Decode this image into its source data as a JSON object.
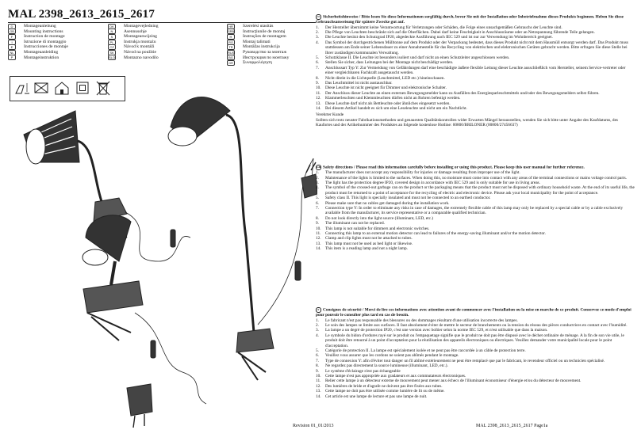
{
  "header": {
    "title": "MAL 2398_2613_2615_2617"
  },
  "languages": {
    "col1": [
      {
        "code": "D",
        "label": "Montageanleitung"
      },
      {
        "code": "GB",
        "label": "Mounting instructions"
      },
      {
        "code": "F",
        "label": "Instruction de montage"
      },
      {
        "code": "I",
        "label": "Istruzione di montaggio"
      },
      {
        "code": "E",
        "label": "Instrucciones de montaje"
      },
      {
        "code": "NL",
        "label": "Montageaanleiding"
      },
      {
        "code": "P",
        "label": "Montageinstruktion"
      }
    ],
    "col2": [
      {
        "code": "DK",
        "label": "Montagevejledning"
      },
      {
        "code": "N",
        "label": "Asennusohje"
      },
      {
        "code": "S",
        "label": "Montageanwijzing"
      },
      {
        "code": "PL",
        "label": "Instrukja montażu"
      },
      {
        "code": "CZ",
        "label": "Návod k montáži"
      },
      {
        "code": "SK",
        "label": "Návod na použitie"
      },
      {
        "code": "SLO",
        "label": "Montazno navodilo"
      }
    ],
    "col3": [
      {
        "code": "HR",
        "label": "Szerelési utasítás"
      },
      {
        "code": "SRB",
        "label": "Instrucţiunile de montaj"
      },
      {
        "code": "H",
        "label": "Instruções de montagem"
      },
      {
        "code": "RO",
        "label": "Montaj talimati"
      },
      {
        "code": "TR",
        "label": "Montāžas instrukcija"
      },
      {
        "code": "RUS",
        "label": "Руководство за монтаж"
      },
      {
        "code": "BG",
        "label": "Инструкция по монтажу"
      },
      {
        "code": "GR",
        "label": "Συναρμολόγηση"
      }
    ]
  },
  "revision": "Revision 01_01/2013",
  "footer": "MAL 2398_2613_2615_2617 Page1a",
  "sections": {
    "de": {
      "heading": "Sicherheitshinweise / Bitte lesen Sie diese Informationen sorgfältig durch, bevor Sie mit der Installation oder Inbetriebnahme dieses Produkts beginnen. Heben Sie diese Gebrauchsanweisung für spätere Zwecke gut auf.",
      "items": [
        "Der Hersteller übernimmt keine Verantwortung für Verletzungen oder Schäden, die Folge eines unsachgemäßen Gebrauchs der Leuchte sind.",
        "Die Pflege von Leuchten beschränkt sich auf die Oberflächen. Dabei darf keine Feuchtigkeit in Anschlussräume oder an Netzspannung führende Teile gelangen.",
        "Die Leuchte besitzt den Schutzgrad IP20, abgedeckte Ausführung nach IEC 529 und ist nur zur Verwendung im Wohnbereich geeignet.",
        "Das Symbol der durchgestrichenen Mülltonne auf dem Produkt oder der Verpackung bedeutet, dass dieses Produkt nicht mit dem Hausmüll entsorgt werden darf. Das Produkt muss stattdessen am Ende seiner Lebensdauer zu einer Annahmestelle für das Recycling von elektrischen und elektronischen Geräten gebracht werden. Bitte erfragen Sie diese Stelle bei Ihrer zuständigen kommunalen Verwaltung.",
        "Schutzklasse II. Die Leuchte ist besonders isoliert und darf nicht an einen Schutzleiter angeschlossen werden.",
        "Stellen Sie sicher, dass Leitungen bei der Montage nicht beschädigt werden.",
        "Anschlussart Typ Y: Zur Vermeidung von Gefährdungen darf eine beschädigte äußere flexible Leitung dieser Leuchte ausschließlich vom Hersteller, seinem Service-vertreter oder einer vergleichbaren Fachkraft ausgetauscht werden.",
        "Nicht direkt in die Lichtquelle (Leuchtmittel, LED etc.) hineinschauen.",
        "Das Leuchtmittel ist nicht austauschbar.",
        "Diese Leuchte ist nicht geeignet für Dimmer und elektronische Schalter.",
        "Der Anschluss dieser Leuchte an einen externen Bewegungsmelder kann zu Ausfällen des Energiesparleuchtmittels und/oder des Bewegungsmelders selbst führen.",
        "Klammerleuchten und Klemmleuchten dürfen nicht an Rohren befestigt werden.",
        "Diese Leuchte darf nicht als Bettleuchte oder ähnliches eingesetzt werden.",
        "Bei diesem Artikel handelt es sich um eine Leseleuchte und nicht um ein Nachtlicht."
      ],
      "note_title": "Verehrter Kunde",
      "note": "Sollten sich trotz neuster Fabrikationsmethoden und genauesten Qualitätskontrollen wider Erwarten Mängel herausstellen, wenden Sie sich bitte unter Angabe des Kaufdatums, des Kaufortes und der Artikelnummer des Produktes an folgende kostenlose Hotline: 00800/BRILONER (00800/27456637)"
    },
    "en": {
      "heading": "Safety directions / Please read this information carefully before installing or using this product. Please keep this user manual for further reference.",
      "items": [
        "The manufacturer does not accept any responsibility for injuries or damage resulting from improper use of the light.",
        "Maintenance of the lights is limited to the surfaces. When doing this, no moisture must come into contact with any areas of the terminal connections or mains voltage control parts.",
        "The light has the protection degree IP20, covered design in accordance with IEC 529 and is only suitable for use in living areas.",
        "The symbol of the crossed-out garbage can on the product or the packaging means that the product must not be disposed with ordinary household waste. At the end of its useful life, the product must be returned to a point of acceptance for the recycling of electric and electronic device. Please ask your local municipality for the point of acceptance.",
        "Safety class II. This light is specially insulated and must not be connected to an earthed conductor.",
        "Please make sure that no cables get damaged during the installation work.",
        "Connection type Y: In order to eliminate any risks in case of damages, the extremely flexible cable of this lamp may only be replaced by a special cable or by a cable exclusively available from the manufacturer, its service representative or a comparable qualified technician.",
        "Do not look directly into the light source (illuminant, LED, etc.)",
        "The illuminant can not be replaced.",
        "This lamp is not suitable for dimmers and electronic switches.",
        "Connecting this lamp to an external motion detector can lead to failures of the energy-saving illuminant and/or the motion detector.",
        "Clamp and clip lights must not be attached to tubes.",
        "This lamp must not be used as bed light or likewise.",
        "This item is a reading lamp and not a night lamp."
      ]
    },
    "fr": {
      "heading": "Consignes de sécurité / Merci de lire ces informations avec attention avant de commencer avec l'installation ou la mise en marche de ce produit. Conservez ce mode d'emploi pour pouvoir le consulter plus tard en cas de besoin.",
      "items": [
        "Le fabricant n'est pas responsable des blessures ou des dommages résultant d'une utilisation incorrecte des lampes.",
        "Le soin des lampes se limite aux surfaces. Il faut absolument éviter de mettre le secteur de branchements ou la tension du réseau des pièces conductrices en contact avec l'humidité.",
        "La lampe a un degré de protection IP20, c'est une version avec boîtier selon la norme IEC 529, et n'est utilisable que dans la maison.",
        "Le symbole du bidon d'ordures rayé sur le produit ou l'empaquetage signifie que le produit ne doit pas être disposé avec le déchet ordinaire de ménage. A la fin de son vie utile, le produit doit être retourné à un point d'acceptation pour la réutilisation des appareils électroniques ou électriques. Veuillez demander votre municipalité locale pour le point d'acceptation.",
        "Catégorie de protection II. La lampe est spécialement isolée et ne peut pas être raccordée à un câble de protection terre.",
        "Veuillez vous assurer que les cordons ne soient pas abîmés pendant le montage.",
        "Type de connexion Y: afin d'éviter tout danger un fil abîmé extérieurement ne peut être remplacé que par le fabricant, le revendeur officiel ou un technicien spécialisé.",
        "Ne regardez pas directement la source lumineuse (illuminant, LED, etc.).",
        "Le système d'éclairage n'est pas échangeable",
        "Cette lampe n'est pas appropriée aux gradateurs et aux commutateurs électroniques.",
        "Relier cette lampe à un détecteur externe de mouvement peut mener aux échecs de l'illuminant économiseur d'énergie et/ou du détecteur de mouvement.",
        "Des lumières de bride et d'agrafe ne doivent pas être fixées aux tubes.",
        "Cette lampe ne doit pas être utilisée comme lumière de lit ou de même.",
        "Cet article est une lampe de lecture et pas une lampe de nuit."
      ]
    }
  }
}
